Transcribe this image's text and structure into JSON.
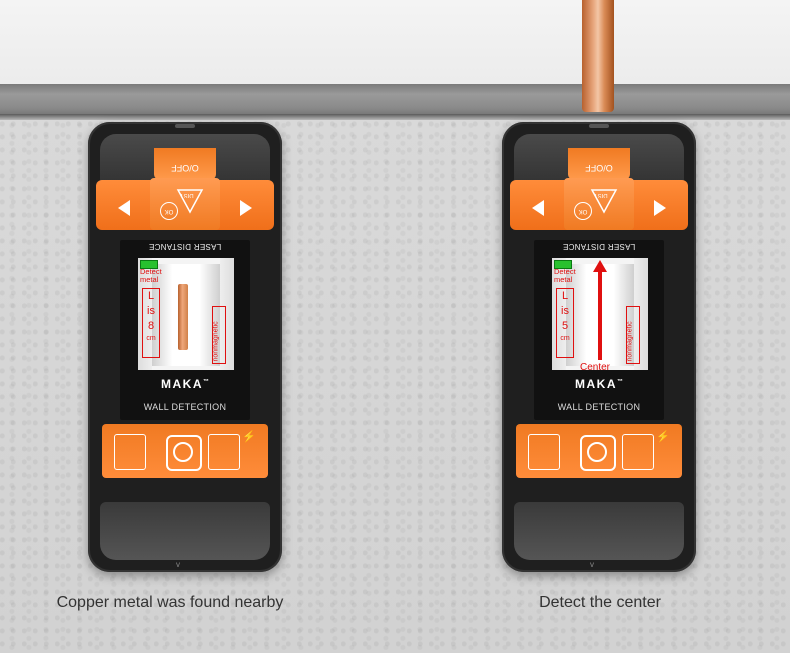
{
  "captions": {
    "left": "Copper metal was found nearby",
    "right": "Detect the center"
  },
  "device": {
    "onoff_label": "O/OFF",
    "ok_label": "OK",
    "dist_label": "DIST",
    "laser_label": "LASER DISTANCE",
    "brand": "MAKA",
    "trademark": "™",
    "subtitle": "WALL DETECTION",
    "bolt_icon": "⚡"
  },
  "left_screen": {
    "detect_line1": "Detect",
    "detect_line2": "metal",
    "value_letter": "L",
    "value_is": "is",
    "value_num": "8",
    "value_unit": "cm",
    "side_label": "nonmagnetic"
  },
  "right_screen": {
    "detect_line1": "Detect",
    "detect_line2": "metal",
    "value_letter": "L",
    "value_is": "is",
    "value_num": "5",
    "value_unit": "cm",
    "side_label": "nonmagnetic",
    "center_label": "Center"
  },
  "colors": {
    "orange": "#f07a22",
    "shell": "#1f1f1f",
    "alert_red": "#e01010",
    "copper": "#d08048"
  }
}
